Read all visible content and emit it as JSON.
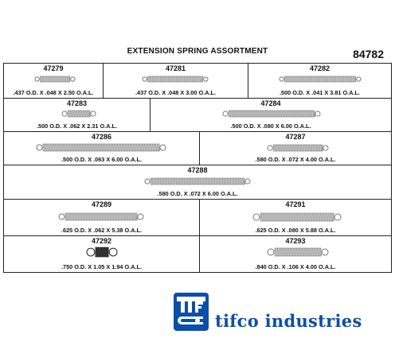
{
  "header": {
    "title": "EXTENSION SPRING ASSORTMENT",
    "code": "84782"
  },
  "springs": [
    {
      "pn": "47279",
      "spec": ".437 O.D. X .048 X 2.50 O.A.L."
    },
    {
      "pn": "47281",
      "spec": ".437 O.D. X .048 X 3.00 O.A.L."
    },
    {
      "pn": "47282",
      "spec": ".500 O.D. X .041 X 3.81 O.A.L."
    },
    {
      "pn": "47283",
      "spec": ".500 O.D. X .062 X 2.31 O.A.L."
    },
    {
      "pn": "47284",
      "spec": ".500 O.D. X .080 X 6.00 O.A.L."
    },
    {
      "pn": "47286",
      "spec": ".500 O.D. X .063 X 6.00 O.A.L."
    },
    {
      "pn": "47287",
      "spec": ".580 O.D. X .072 X 4.00 O.A.L."
    },
    {
      "pn": "47288",
      "spec": ".580 O.D. X .072 X 6.00 O.A.L."
    },
    {
      "pn": "47289",
      "spec": ".625 O.D. X .062 X 5.38 O.A.L."
    },
    {
      "pn": "47291",
      "spec": ".625 O.D. X .080 X 5.88 O.A.L."
    },
    {
      "pn": "47292",
      "spec": ".750 O.D. X 1.05 X 1.94 O.A.L."
    },
    {
      "pn": "47293",
      "spec": ".840 O.D. X .106 X 4.00 O.A.L."
    }
  ],
  "brand": {
    "name": "tifco industries",
    "logo_text": "TIFCO",
    "color": "#0a4fa8"
  },
  "icons": [
    "extension-spring-icon",
    "tifco-logo-icon"
  ]
}
